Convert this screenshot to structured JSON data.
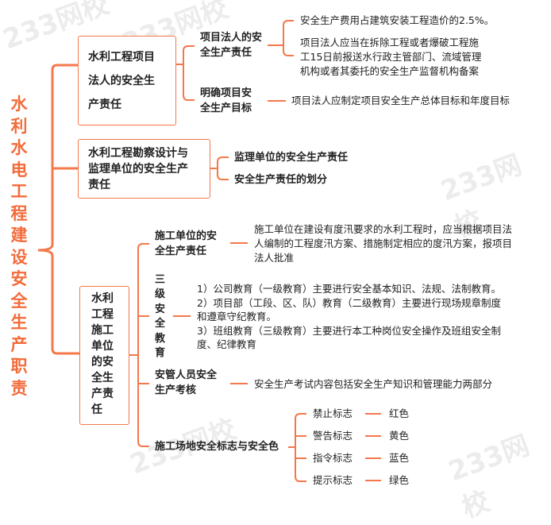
{
  "root_title": [
    "水",
    "利",
    "水",
    "电",
    "工",
    "程",
    "建",
    "设",
    "安",
    "全",
    "生",
    "产",
    "职",
    "责"
  ],
  "accent_color": "#f4784a",
  "watermark": "233网校",
  "branches": [
    {
      "title": [
        "水利工程项目",
        "法人的安全生",
        "产责任"
      ],
      "children": [
        {
          "title": [
            "项目法人的安",
            "全生产责任"
          ],
          "leaves": [
            [
              "安全生产费用占建筑安装工程造价的2.5%。"
            ],
            [
              "项目法人应当在拆除工程或者爆破工程施",
              "工15日前报送水行政主管部门、流域管理",
              "机构或者其委托的安全生产监督机构备案"
            ]
          ]
        },
        {
          "title": [
            "明确项目安",
            "全生产目标"
          ],
          "leaves": [
            [
              "项目法人应制定项目安全生产总体目标和年度目标"
            ]
          ]
        }
      ]
    },
    {
      "title": [
        "水利工程勘察设计与",
        "监理单位的安全生产",
        "责任"
      ],
      "children": [
        {
          "title": [
            "监理单位的安全生产责任"
          ]
        },
        {
          "title": [
            "安全生产责任的划分"
          ]
        }
      ]
    },
    {
      "title": [
        "水利",
        "工程",
        "施工",
        "单位",
        "的安",
        "全生",
        "产责",
        "任"
      ],
      "children": [
        {
          "title": [
            "施工单位的安",
            "全生产责任"
          ],
          "leaves": [
            [
              "施工单位在建设有度汛要求的水利工程时，应当根据项目法",
              "人编制的工程度汛方案、措施制定相应的度汛方案，报项目",
              "法人批准"
            ]
          ]
        },
        {
          "title": [
            "三",
            "级",
            "安",
            "全",
            "教",
            "育"
          ],
          "leaves": [
            [
              "1）公司教育（一级教育）主要进行安全基本知识、法规、法制教育。",
              "2）项目部（工段、区、队）教育（二级教育）主要进行现场规章制度",
              "和遵章守纪教育。",
              "3）班组教育（三级教育）主要进行本工种岗位安全操作及班组安全制",
              "度、纪律教育"
            ]
          ]
        },
        {
          "title": [
            "安管人员安全",
            "生产考核"
          ],
          "leaves": [
            [
              "安全生产考试内容包括安全生产知识和管理能力两部分"
            ]
          ]
        },
        {
          "title": [
            "施工场地安全标志与安全色"
          ],
          "signs": [
            {
              "name": "禁止标志",
              "color": "红色"
            },
            {
              "name": "警告标志",
              "color": "黄色"
            },
            {
              "name": "指令标志",
              "color": "蓝色"
            },
            {
              "name": "提示标志",
              "color": "绿色"
            }
          ]
        }
      ]
    }
  ]
}
